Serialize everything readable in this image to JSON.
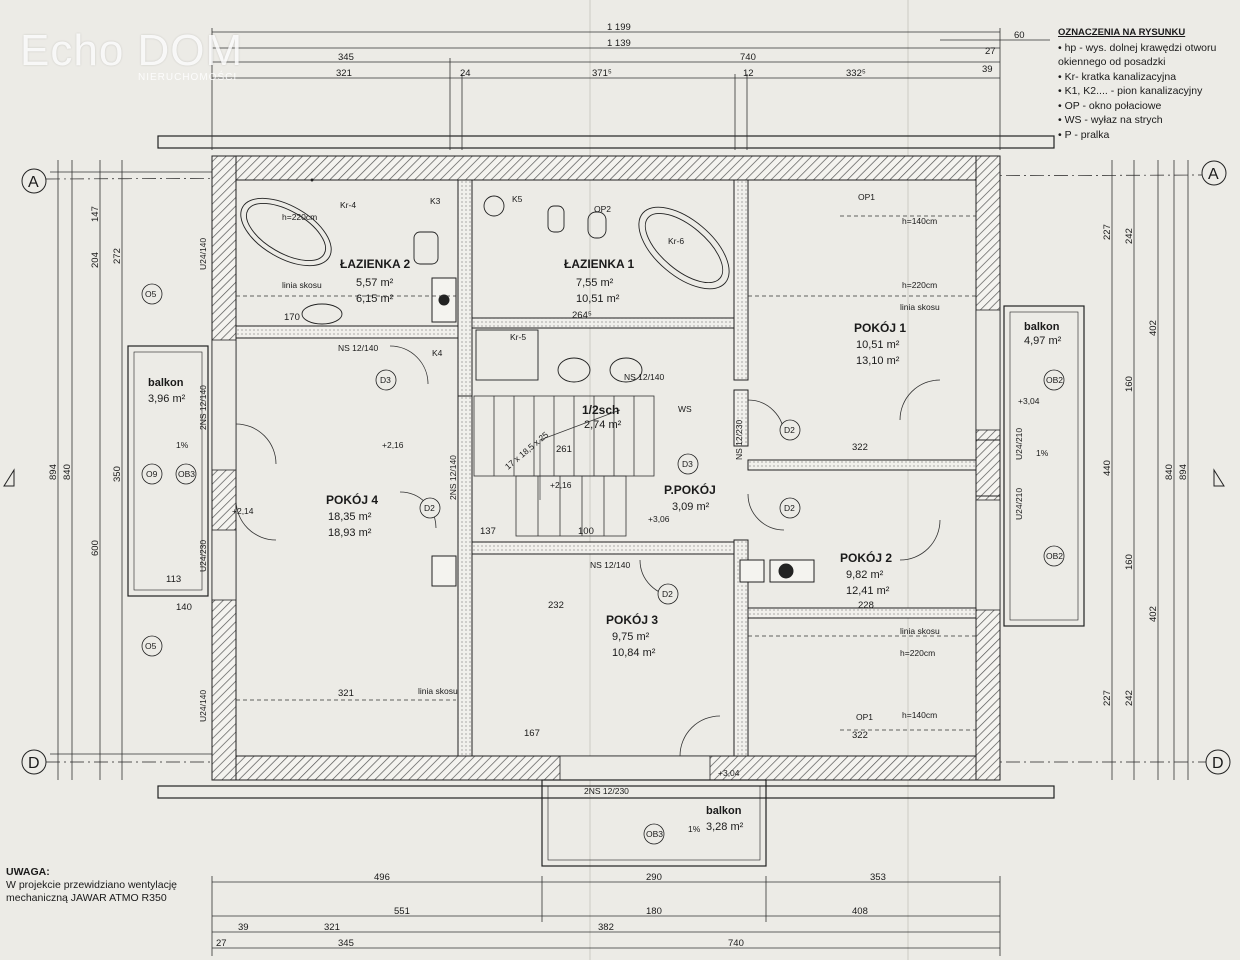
{
  "watermark": {
    "brand": "Echo DOM",
    "sub": "NIERUCHOMOŚCI"
  },
  "legend": {
    "title": "OZNACZENIA NA RYSUNKU",
    "items": [
      "• hp - wys. dolnej krawędzi otworu okiennego od posadzki",
      "• Kr- kratka kanalizacyjna",
      "• K1, K2.... - pion kanalizacyjny",
      "• OP - okno połaciowe",
      "• WS - wyłaz na strych",
      "• P - pralka"
    ]
  },
  "note": {
    "title": "UWAGA:",
    "line1": "W projekcie przewidziano wentylację",
    "line2": "mechaniczną JAWAR ATMO R350"
  },
  "axes": {
    "A": "A",
    "D": "D"
  },
  "rooms": {
    "lazienka2": {
      "name": "ŁAZIENKA 2",
      "a1": "5,57 m²",
      "a2": "6,15 m²"
    },
    "lazienka1": {
      "name": "ŁAZIENKA 1",
      "a1": "7,55 m²",
      "a2": "10,51 m²"
    },
    "pokoj1": {
      "name": "POKÓJ 1",
      "a1": "10,51 m²",
      "a2": "13,10 m²"
    },
    "pokoj4": {
      "name": "POKÓJ 4",
      "a1": "18,35 m²",
      "a2": "18,93 m²"
    },
    "sch": {
      "name": "1/2sch",
      "a1": "2,74 m²"
    },
    "ppokoj": {
      "name": "P.POKÓJ",
      "a1": "3,09 m²"
    },
    "pokoj2": {
      "name": "POKÓJ 2",
      "a1": "9,82 m²",
      "a2": "12,41 m²"
    },
    "pokoj3": {
      "name": "POKÓJ 3",
      "a1": "9,75 m²",
      "a2": "10,84 m²"
    },
    "balkonL": {
      "name": "balkon",
      "a1": "3,96 m²"
    },
    "balkonR": {
      "name": "balkon",
      "a1": "4,97 m²"
    },
    "balkonB": {
      "name": "balkon",
      "a1": "3,28 m²"
    }
  },
  "top_dims": {
    "d1199": "1 199",
    "d1139": "1 139",
    "d345": "345",
    "d740": "740",
    "d321": "321",
    "d24a": "24",
    "d371": "371⁵",
    "d12": "12",
    "d332": "332⁵",
    "d60": "60",
    "d27": "27",
    "d39": "39"
  },
  "bottom_dims": {
    "d496": "496",
    "d290": "290",
    "d353": "353",
    "d551": "551",
    "d180": "180",
    "d408": "408",
    "d321": "321",
    "d382": "382",
    "d345": "345",
    "d740": "740",
    "d27": "27",
    "d39": "39"
  },
  "left_dims": {
    "d894": "894",
    "d840": "840",
    "d600": "600",
    "d272": "272",
    "d204": "204",
    "d147": "147",
    "d350": "350"
  },
  "right_dims": {
    "d894": "894",
    "d840": "840",
    "d440": "440",
    "d402a": "402",
    "d402b": "402",
    "d242a": "242",
    "d242b": "242",
    "d227a": "227",
    "d227b": "227",
    "d160a": "160",
    "d160b": "160"
  },
  "labels": {
    "kr4": "Kr-4",
    "kr5": "Kr-5",
    "kr6": "Kr-6",
    "k3": "K3",
    "k4": "K4",
    "k5": "K5",
    "op1a": "OP1",
    "op1b": "OP1",
    "op2": "OP2",
    "ws": "WS",
    "ns1": "NS 12/140",
    "ns2": "NS 12/140",
    "ns3": "NS 12/140",
    "ns4": "2NS 12/140",
    "ns5": "2NS 12/140",
    "ns6": "2NS 12/230",
    "ns7": "NS 12/230",
    "h220a": "h=220cm",
    "h220b": "h=220cm",
    "h220c": "h=220cm",
    "h140a": "h=140cm",
    "h140b": "h=140cm",
    "linia1": "linia skosu",
    "linia2": "linia skosu",
    "linia3": "linia skosu",
    "linia4": "linia skosu",
    "p216": "+2,16",
    "p216b": "+2,16",
    "p214": "+2,14",
    "p306": "+3,06",
    "p304": "+3,04",
    "p304b": "+3,04",
    "d2a": "D2",
    "d2b": "D2",
    "d2c": "D2",
    "d2d": "D2",
    "d3a": "D3",
    "d3b": "D3",
    "ob2a": "OB2",
    "ob2b": "OB2",
    "ob3a": "OB3",
    "ob3b": "OB3",
    "o5a": "O5",
    "o5b": "O5",
    "o9": "O9",
    "stairs": "17 x 18,5 x 25",
    "pct1": "1%",
    "pct2": "1%",
    "pct3": "1%",
    "u24": "U24/140",
    "u24b": "U24/140",
    "u24c": "U24/230",
    "u24d": "U24/210",
    "u24e": "U24/210",
    "w261": "261",
    "w264": "264⁵",
    "w322": "322",
    "w322b": "322",
    "w232": "232",
    "w228": "228",
    "w167": "167",
    "w137": "137",
    "w100": "100",
    "w321": "321",
    "w170": "170",
    "w113": "113",
    "w140": "140"
  },
  "colors": {
    "paper": "#ecebe6",
    "line": "#1a1a1a",
    "hatch": "#555555"
  }
}
